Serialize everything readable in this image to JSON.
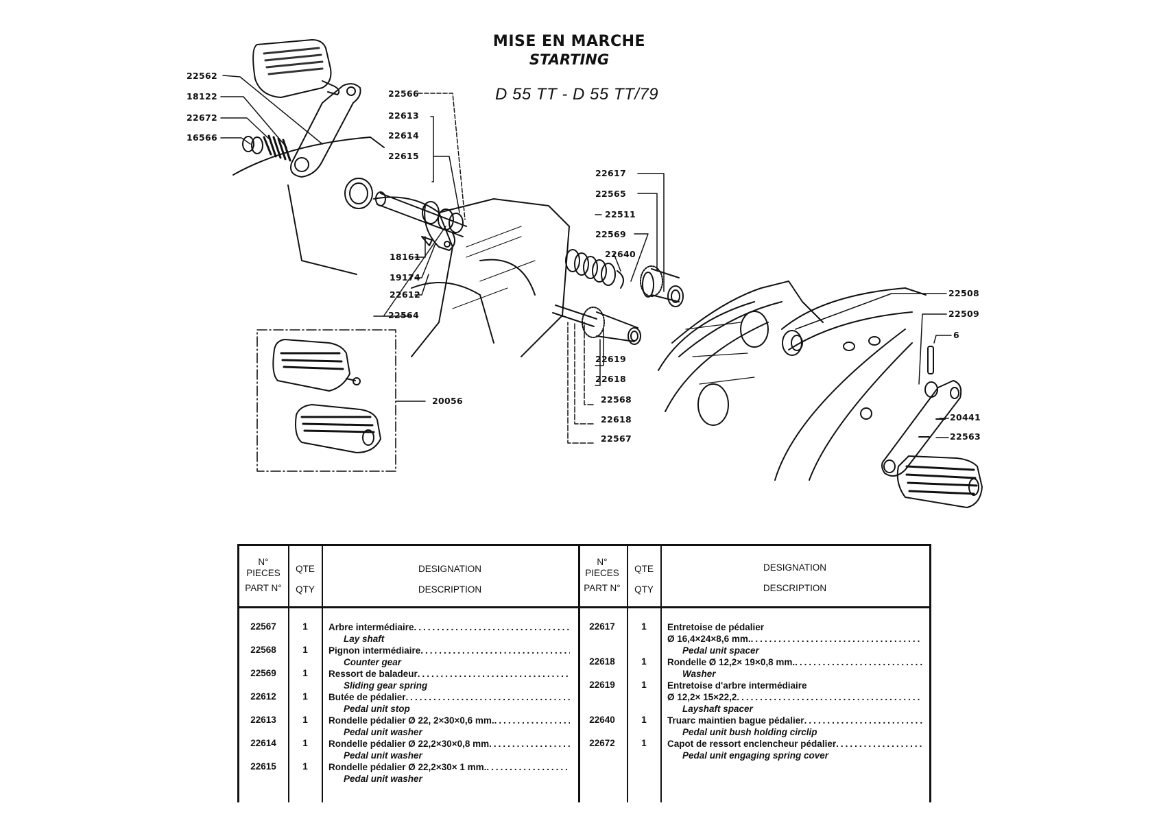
{
  "header": {
    "title_fr": "MISE EN MARCHE",
    "title_en": "STARTING",
    "model": "D 55 TT - D 55 TT/79"
  },
  "diagram": {
    "callouts": [
      {
        "id": "22562",
        "label": "22562"
      },
      {
        "id": "18122",
        "label": "18122"
      },
      {
        "id": "22672",
        "label": "22672"
      },
      {
        "id": "16566",
        "label": "16566"
      },
      {
        "id": "22566",
        "label": "22566"
      },
      {
        "id": "22613",
        "label": "22613"
      },
      {
        "id": "22614",
        "label": "22614"
      },
      {
        "id": "22615",
        "label": "22615"
      },
      {
        "id": "18161",
        "label": "18161"
      },
      {
        "id": "19174",
        "label": "19174"
      },
      {
        "id": "22612",
        "label": "22612"
      },
      {
        "id": "22564",
        "label": "22564"
      },
      {
        "id": "20056",
        "label": "20056"
      },
      {
        "id": "22617",
        "label": "22617"
      },
      {
        "id": "22565",
        "label": "22565"
      },
      {
        "id": "22511",
        "label": "22511"
      },
      {
        "id": "22569",
        "label": "22569"
      },
      {
        "id": "22640",
        "label": "22640"
      },
      {
        "id": "22619",
        "label": "22619"
      },
      {
        "id": "22618a",
        "label": "22618"
      },
      {
        "id": "22568",
        "label": "22568"
      },
      {
        "id": "22618b",
        "label": "22618"
      },
      {
        "id": "22567",
        "label": "22567"
      },
      {
        "id": "22508",
        "label": "22508"
      },
      {
        "id": "22509",
        "label": "22509"
      },
      {
        "id": "6",
        "label": "6"
      },
      {
        "id": "20441",
        "label": "20441"
      },
      {
        "id": "22563",
        "label": "22563"
      }
    ]
  },
  "table": {
    "headers": {
      "part_fr": "N°",
      "part_fr2": "PIECES",
      "part_en": "PART N°",
      "qty_fr": "QTE",
      "qty_en": "QTY",
      "desc_fr": "DESIGNATION",
      "desc_en": "DESCRIPTION"
    },
    "left_rows": [
      {
        "part": "22567",
        "qty": "1",
        "fr": "Arbre intermédiaire",
        "en": "Lay shaft"
      },
      {
        "part": "22568",
        "qty": "1",
        "fr": "Pignon intermédiaire",
        "en": "Counter gear"
      },
      {
        "part": "22569",
        "qty": "1",
        "fr": "Ressort de baladeur",
        "en": "Sliding gear spring"
      },
      {
        "part": "22612",
        "qty": "1",
        "fr": "Butée de pédalier",
        "en": "Pedal unit stop"
      },
      {
        "part": "22613",
        "qty": "1",
        "fr": "Rondelle pédalier Ø 22, 2×30×0,6 mm.",
        "en": "Pedal unit washer"
      },
      {
        "part": "22614",
        "qty": "1",
        "fr": "Rondelle pédalier Ø 22,2×30×0,8 mm",
        "en": "Pedal unit washer"
      },
      {
        "part": "22615",
        "qty": "1",
        "fr": "Rondelle pédalier Ø 22,2×30× 1 mm.",
        "en": "Pedal unit washer"
      }
    ],
    "right_rows": [
      {
        "part": "22617",
        "qty": "1",
        "fr": "Entretoise de pédalier",
        "fr2": "Ø 16,4×24×8,6 mm.",
        "en": "Pedal unit spacer"
      },
      {
        "part": "22618",
        "qty": "1",
        "fr": "Rondelle Ø 12,2× 19×0,8 mm.",
        "en": "Washer"
      },
      {
        "part": "22619",
        "qty": "1",
        "fr": "Entretoise d'arbre intermédiaire",
        "fr2": "Ø 12,2× 15×22,2",
        "en": "Layshaft spacer"
      },
      {
        "part": "22640",
        "qty": "1",
        "fr": "Truarc maintien bague pédalier",
        "en": "Pedal unit bush holding circlip"
      },
      {
        "part": "22672",
        "qty": "1",
        "fr": "Capot de ressort enclencheur pédalier",
        "en": "Pedal unit engaging spring cover"
      }
    ]
  }
}
